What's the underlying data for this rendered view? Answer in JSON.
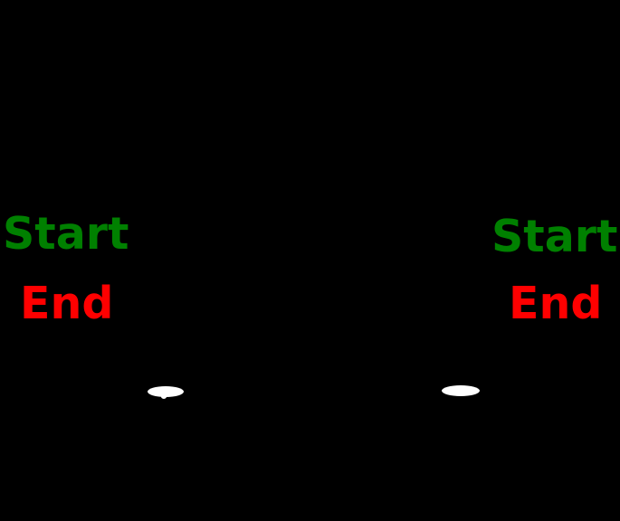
{
  "figure": {
    "background_color": "#000000",
    "panels": [
      {
        "side": "left",
        "start_label": {
          "text": "Start",
          "color": "#008000"
        },
        "end_label": {
          "text": "End",
          "color": "#ff0000"
        },
        "marker": {
          "shape": "ellipse",
          "color": "#ffffff"
        }
      },
      {
        "side": "right",
        "start_label": {
          "text": "Start",
          "color": "#008000"
        },
        "end_label": {
          "text": "End",
          "color": "#ff0000"
        },
        "marker": {
          "shape": "ellipse",
          "color": "#ffffff"
        }
      }
    ]
  }
}
